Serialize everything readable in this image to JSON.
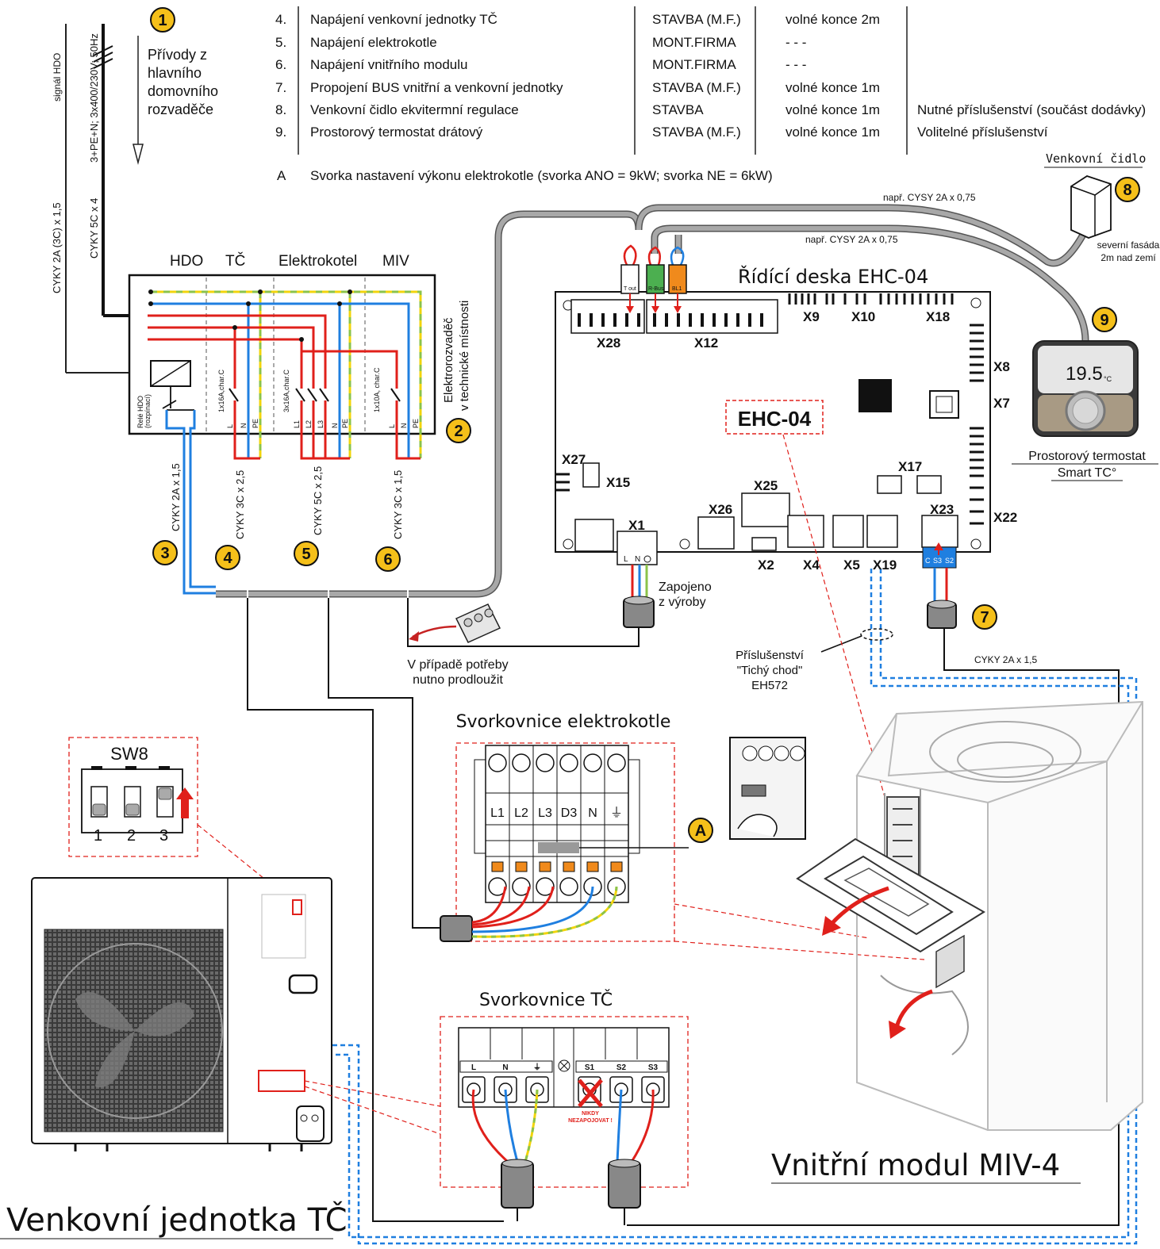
{
  "callouts": {
    "c1": "1",
    "c2": "2",
    "c3": "3",
    "c4": "4",
    "c5": "5",
    "c6": "6",
    "c7": "7",
    "c8": "8",
    "c9": "9",
    "cA": "A"
  },
  "supply": {
    "title_lines": [
      "Přívody z",
      "hlavního",
      "domovního",
      "rozvaděče"
    ],
    "signal_hdo": "signál HDO",
    "main_supply": "3+PE+N; 3x400/230V; 50Hz",
    "cable_hdo": "CYKY 2A (3C) x 1,5",
    "cable_main": "CYKY 5C x 4"
  },
  "table": {
    "rows": [
      {
        "num": "4.",
        "desc": "Napájení venkovní jednotky TČ",
        "who": "STAVBA (M.F.)",
        "len": "volné konce 2m",
        "note": ""
      },
      {
        "num": "5.",
        "desc": "Napájení elektrokotle",
        "who": "MONT.FIRMA",
        "len": "- - -",
        "note": ""
      },
      {
        "num": "6.",
        "desc": "Napájení vnitřního modulu",
        "who": "MONT.FIRMA",
        "len": "- - -",
        "note": ""
      },
      {
        "num": "7.",
        "desc": "Propojení BUS vnitřní a venkovní jednotky",
        "who": "STAVBA (M.F.)",
        "len": "volné konce 1m",
        "note": ""
      },
      {
        "num": "8.",
        "desc": "Venkovní čidlo ekvitermní regulace",
        "who": "STAVBA",
        "len": "volné konce 1m",
        "note": "Nutné příslušenství (součást dodávky)"
      },
      {
        "num": "9.",
        "desc": "Prostorový termostat drátový",
        "who": "STAVBA (M.F.)",
        "len": "volné konce 1m",
        "note": "Volitelné příslušenství"
      }
    ],
    "footnote_key": "A",
    "footnote_text": "Svorka nastavení výkonu elektrokotle (svorka ANO = 9kW; svorka NE = 6kW)"
  },
  "distribution_board": {
    "sections": [
      "HDO",
      "TČ",
      "Elektrokotel",
      "MIV"
    ],
    "side_label_1": "Elektrorozvaděč",
    "side_label_2": "v technické místnosti",
    "relay_label_1": "Relé HDO",
    "relay_label_2": "(rozpínací)",
    "breaker_tc": "1x16A,char.C",
    "breaker_ek": "3x16A,char.C",
    "breaker_miv": "1x10A, char.C",
    "term_tc": [
      "L",
      "N",
      "PE"
    ],
    "term_ek": [
      "L1",
      "L2",
      "L3",
      "N",
      "PE"
    ],
    "term_miv": [
      "L",
      "N",
      "PE"
    ]
  },
  "cables": {
    "c3": "CYKY 2A x 1,5",
    "c4": "CYKY 3C x 2,5",
    "c5": "CYKY 5C x 2,5",
    "c6": "CYKY 3C x 1,5",
    "bus": "CYKY 2A x 1,5",
    "cysy_top": "např. CYSY 2A x 0,75",
    "cysy_mid": "např. CYSY 2A x 0,75"
  },
  "control_board": {
    "title": "Řídící deska EHC-04",
    "chip_label": "EHC-04",
    "connectors": [
      "X28",
      "X12",
      "X9",
      "X10",
      "X18",
      "X8",
      "X7",
      "X27",
      "X15",
      "X17",
      "X25",
      "X26",
      "X23",
      "X22",
      "X1",
      "X2",
      "X4",
      "X5",
      "X19"
    ],
    "x1_pins": [
      "L",
      "N"
    ],
    "x23_pins": [
      "C",
      "S3",
      "S2"
    ],
    "tout": "T out",
    "rbus": "R-Bus",
    "bl1": "BL1"
  },
  "notes": {
    "factory_1": "Zapojeno",
    "factory_2": "z výroby",
    "extend_1": "V případě potřeby",
    "extend_2": "nutno prodloužit",
    "silent_1": "Příslušenství",
    "silent_2": "\"Tichý chod\"",
    "silent_3": "EH572"
  },
  "sensor": {
    "title": "Venkovní čidlo",
    "note_1": "severní fasáda",
    "note_2": "2m nad zemí"
  },
  "thermostat": {
    "value": "19.5",
    "unit": "°C",
    "title_1": "Prostorový termostat",
    "title_2": "Smart TC°"
  },
  "sw8": {
    "title": "SW8",
    "switches": [
      "1",
      "2",
      "3"
    ]
  },
  "boiler_terminal": {
    "title": "Svorkovnice elektrokotle",
    "labels": [
      "L1",
      "L2",
      "L3",
      "D3",
      "N",
      "⏚"
    ]
  },
  "tc_terminal": {
    "title": "Svorkovnice TČ",
    "labels": [
      "L",
      "N",
      "⏚",
      "S1",
      "S2",
      "S3"
    ],
    "warn_1": "NIKDY",
    "warn_2": "NEZAPOJOVAT !"
  },
  "units": {
    "indoor": "Vnitřní modul MIV-4",
    "outdoor": "Venkovní jednotka TČ"
  },
  "colors": {
    "phase": "#e0201b",
    "neutral": "#1f7fe0",
    "earth_green": "#8bc34a",
    "earth_yellow": "#f2d40c",
    "callout_fill": "#f5c01a",
    "dash_red": "#e0201b",
    "bus_blue": "#1f7fe0",
    "tube_grey": "#a8a8a8"
  }
}
